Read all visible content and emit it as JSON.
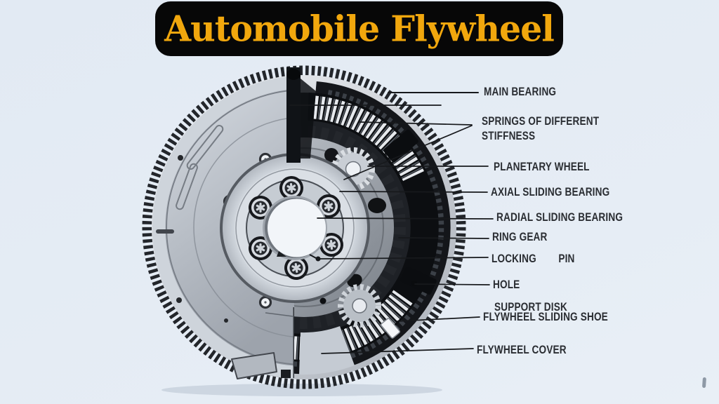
{
  "title": {
    "text": "Automobile Flywheel"
  },
  "diagram_subject": "Automobile dual-mass flywheel cutaway diagram",
  "colors": {
    "background": "#e2eaf3",
    "banner": "#070707",
    "title_gold": "#f1a70d",
    "label_text": "#2a2d32",
    "leader_line": "#17191c"
  },
  "labels": [
    {
      "id": "main-bearing",
      "text": "MAIN BEARING"
    },
    {
      "id": "springs-stiffness",
      "text": "SPRINGS OF DIFFERENT\nSTIFFNESS"
    },
    {
      "id": "planetary-wheel",
      "text": "PLANETARY WHEEL"
    },
    {
      "id": "axial-sliding-bearing",
      "text": "AXIAL SLIDING BEARING"
    },
    {
      "id": "radial-sliding-bearing",
      "text": "RADIAL SLIDING BEARING"
    },
    {
      "id": "ring-gear",
      "text": "RING GEAR"
    },
    {
      "id": "locking-pin",
      "text": "LOCKING        PIN"
    },
    {
      "id": "hole",
      "text": "HOLE"
    },
    {
      "id": "support-disk",
      "text": "SUPPORT DISK"
    },
    {
      "id": "flywheel-sliding-shoe",
      "text": "FLYWHEEL SLIDING SHOE"
    },
    {
      "id": "flywheel-cover",
      "text": "FLYWHEEL COVER"
    }
  ]
}
